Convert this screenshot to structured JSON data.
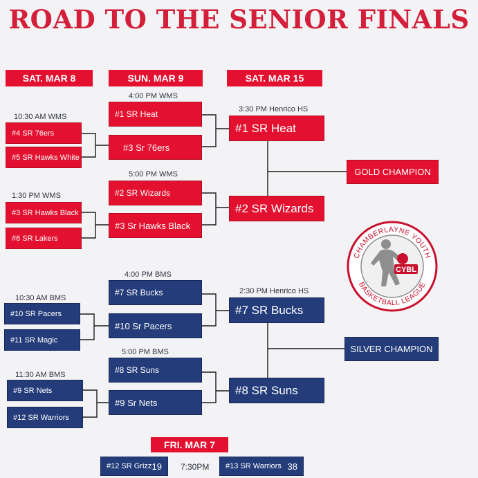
{
  "title": "ROAD TO THE SENIOR FINALS",
  "headers": {
    "day1": "SAT. MAR 8",
    "day2": "SUN. MAR 9",
    "day3": "SAT. MAR 15",
    "prelim": "FRI. MAR 7"
  },
  "red": {
    "r1_time_a": "10:30 AM WMS",
    "r1_a_top": "#4 SR 76ers",
    "r1_a_bot": "#5 SR Hawks White",
    "r1_time_b": "1:30 PM WMS",
    "r1_b_top": "#3 SR Hawks Black",
    "r1_b_bot": "#6 SR Lakers",
    "r2_time_a": "4:00 PM WMS",
    "r2_a_top": "#1 SR Heat",
    "r2_a_bot": "#3 Sr 76ers",
    "r2_time_b": "5:00 PM WMS",
    "r2_b_top": "#2 SR Wizards",
    "r2_b_bot": "#3 Sr Hawks Black",
    "r3_time": "3:30 PM Henrico HS",
    "r3_top": "#1 SR Heat",
    "r3_bot": "#2 SR Wizards",
    "champion": "GOLD CHAMPION"
  },
  "blue": {
    "r1_time_a": "10:30 AM BMS",
    "r1_a_top": "#10 SR Pacers",
    "r1_a_bot": "#11 SR Magic",
    "r1_time_b": "11:30 AM BMS",
    "r1_b_top": "#9 SR Nets",
    "r1_b_bot": "#12 SR Warriors",
    "r2_time_a": "4:00 PM BMS",
    "r2_a_top": "#7 SR Bucks",
    "r2_a_bot": "#10 Sr Pacers",
    "r2_time_b": "5:00 PM BMS",
    "r2_b_top": "#8 SR Suns",
    "r2_b_bot": "#9 Sr Nets",
    "r3_time": "2:30 PM Henrico HS",
    "r3_top": "#7 SR Bucks",
    "r3_bot": "#8 SR Suns",
    "champion": "SILVER CHAMPION"
  },
  "prelim": {
    "team_a": "#12 SR Grizz",
    "score_a": "19",
    "time": "7:30PM",
    "team_b": "#13 SR Warriors",
    "score_b": "38"
  },
  "logo": {
    "ring_text": "CHAMBERLAYNE YOUTH BASKETBALL LEAGUE",
    "badge": "CYBL",
    "colors": {
      "red": "#c8102e",
      "grey": "#8e8e8e"
    }
  },
  "colors": {
    "red": "#e3102f",
    "blue": "#243d7a",
    "background": "#f3f2f4"
  }
}
